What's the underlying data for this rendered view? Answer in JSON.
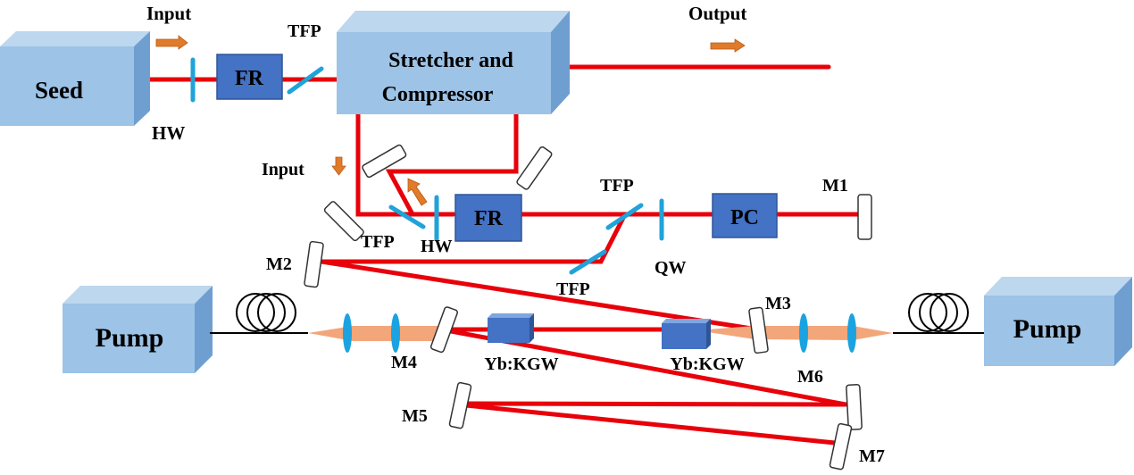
{
  "title": "Regenerative amplifier optical layout",
  "colors": {
    "beam": "#e8000a",
    "pump_beam": "#f2a67a",
    "box_front": "#9dc3e6",
    "box_top": "#bdd7ee",
    "box_side": "#6f9fd0",
    "component_blue": "#4472c4",
    "component_border": "#2f5597",
    "waveplate": "#1fa3d9",
    "lens": "#1aa3e0",
    "arrow": "#e07b2a",
    "mirror_stroke": "#333333"
  },
  "boxes": {
    "seed": "Seed",
    "stretcher_line1": "Stretcher and",
    "stretcher_line2": "Compressor",
    "pump_left": "Pump",
    "pump_right": "Pump"
  },
  "components": {
    "fr_top": "FR",
    "fr_mid": "FR",
    "pc": "PC",
    "crystal_left": "Yb:KGW",
    "crystal_right": "Yb:KGW"
  },
  "labels": {
    "input_top": "Input",
    "input_mid": "Input",
    "output": "Output",
    "tfp_top": "TFP",
    "hw_top": "HW",
    "tfp_mid_left": "TFP",
    "hw_mid": "HW",
    "tfp_mid_right_upper": "TFP",
    "tfp_mid_right_lower": "TFP",
    "qw": "QW",
    "m1": "M1",
    "m2": "M2",
    "m3": "M3",
    "m4": "M4",
    "m5": "M5",
    "m6": "M6",
    "m7": "M7"
  }
}
